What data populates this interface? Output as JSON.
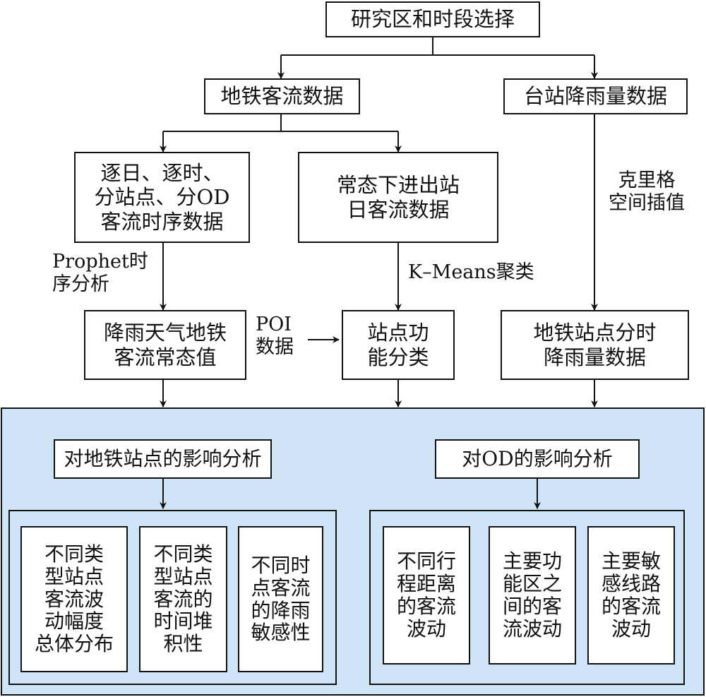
{
  "flowchart": {
    "study_selection": "研究区和时段选择",
    "metro_flow_data": "地铁客流数据",
    "rainfall_station_data": "台站降雨量数据",
    "timeseries_data": "逐日、逐时、\n分站点、分OD\n客流时序数据",
    "normal_daily_flow": "常态下进出站\n日客流数据",
    "kriging_label": "克里格\n空间插值",
    "prophet_label": "Prophet时\n序分析",
    "kmeans_label": "K–Means聚类",
    "poi_label": "POI\n数据",
    "rainy_normal_value": "降雨天气地铁\n客流常态值",
    "station_function_class": "站点功\n能分类",
    "station_hourly_rain": "地铁站点分时\n降雨量数据",
    "station_impact_title": "对地铁站点的影响分析",
    "od_impact_title": "对OD的影响分析",
    "station_items": [
      "不同类\n型站点\n客流波\n动幅度\n总体分布",
      "不同类\n型站点\n客流的\n时间堆\n积性",
      "不同时\n点客流\n的降雨\n敏感性"
    ],
    "od_items": [
      "不同行\n程距离\n的客流\n波动",
      "主要功\n能区之\n间的客\n流波动",
      "主要敏\n感线路\n的客流\n波动"
    ]
  },
  "colors": {
    "region_fill": "#cfe4f6",
    "line": "#111111"
  }
}
